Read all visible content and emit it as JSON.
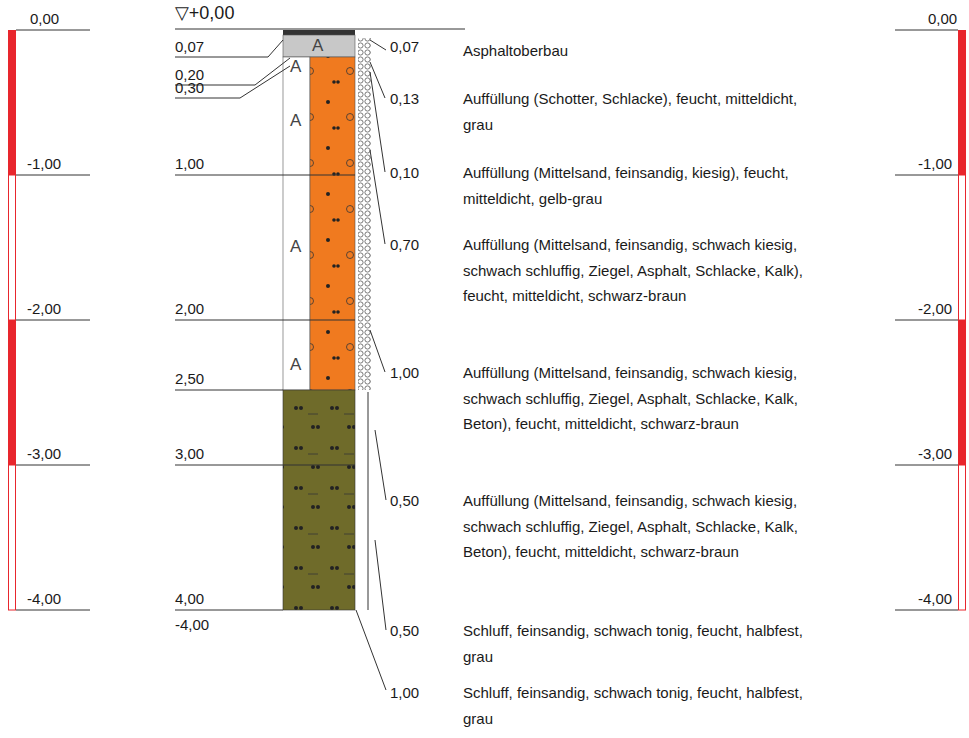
{
  "diagram": {
    "labels": [
      "0,00",
      "-1,00",
      "-2,00",
      "-3,00",
      "-4,00",
      "▽+0,00",
      "0,07",
      "0,20",
      "0,30",
      "1,00",
      "2,00",
      "2,50",
      "3,00",
      "4,00",
      "-4,00",
      "A",
      "A",
      "A",
      "A",
      "A",
      "0,07",
      "Asphaltoberbau",
      "0,13",
      "Auffüllung (Schotter, Schlacke), feucht, mitteldicht, grau",
      "0,10",
      "Auffüllung (Mittelsand, feinsandig, kiesig), feucht, mitteldicht, gelb-grau",
      "0,70",
      "Auffüllung (Mittelsand, feinsandig, schwach kiesig, schwach schluffig, Ziegel, Asphalt, Schlacke, Kalk), feucht, mitteldicht, schwarz-braun",
      "1,00",
      "Auffüllung (Mittelsand, feinsandig, schwach kiesig, schwach schluffig, Ziegel, Asphalt, Schlacke, Kalk, Beton), feucht, mitteldicht, schwarz-braun",
      "0,50",
      "Auffüllung (Mittelsand, feinsandig, schwach kiesig, schwach schluffig, Ziegel, Asphalt, Schlacke, Kalk, Beton), feucht, mitteldicht, schwarz-braun",
      "0,50",
      "Schluff, feinsandig, schwach tonig, feucht, halbfest, grau",
      "1,00",
      "Schluff, feinsandig, schwach tonig, feucht, halbfest, grau",
      "0,00",
      "-1,00",
      "-2,00",
      "-3,00",
      "-4,00"
    ]
  }
}
